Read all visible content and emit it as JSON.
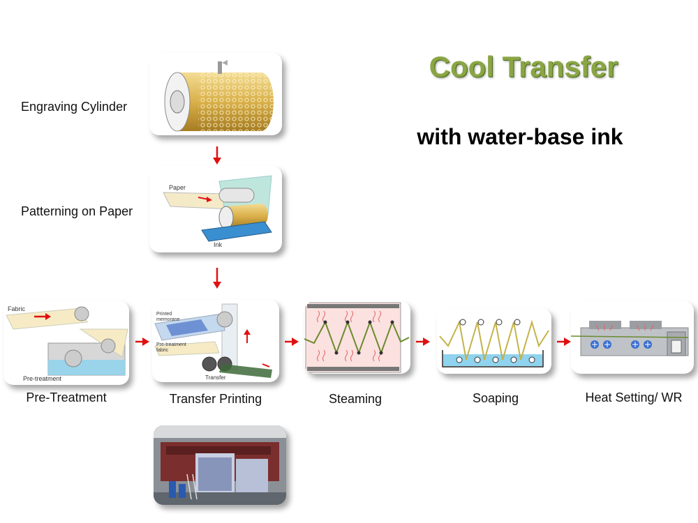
{
  "title": "Cool Transfer",
  "subtitle": "with water-base ink",
  "stages": {
    "engraving": {
      "label": "Engraving Cylinder"
    },
    "patterning": {
      "label": "Patterning on Paper",
      "paper_text": "Paper",
      "ink_text": "Ink"
    },
    "pretreatment": {
      "label": "Pre-Treatment",
      "fabric_text": "Fabric",
      "pretreat_text": "Pre-treatment"
    },
    "transfer": {
      "label": "Transfer Printing",
      "printed_text_1": "Printed",
      "printed_text_2": "memorane",
      "pretreated_text_1": "Pre-treatment",
      "pretreated_text_2": "fabric",
      "transfer_text": "Transfer"
    },
    "steaming": {
      "label": "Steaming"
    },
    "soaping": {
      "label": "Soaping"
    },
    "heatsetting": {
      "label": "Heat Setting/ WR"
    }
  },
  "colors": {
    "title_green": "#8aa644",
    "arrow_red": "#e01010",
    "cylinder_gold": "#d9b04a",
    "water_blue": "#8fd3ee",
    "steam_red": "#e06060"
  }
}
